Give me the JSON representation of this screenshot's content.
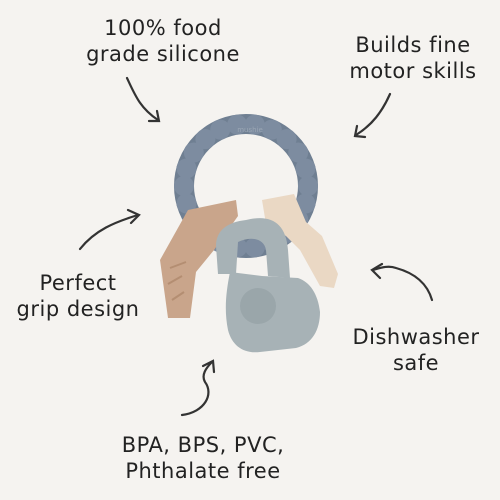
{
  "callouts": {
    "silicone": [
      "100% food",
      "grade silicone"
    ],
    "motor": [
      "Builds fine",
      "motor skills"
    ],
    "grip": [
      "Perfect",
      "grip design"
    ],
    "dishwasher": [
      "Dishwasher",
      "safe"
    ],
    "bpa": [
      "BPA, BPS, PVC,",
      "Phthalate free"
    ]
  },
  "brand_mark": "mushie",
  "colors": {
    "background": "#f5f3f0",
    "ring": "#6f7f92",
    "wood_key": "#c9a58b",
    "cream_key": "#ead8c4",
    "grey_key": "#a7b2b6"
  }
}
